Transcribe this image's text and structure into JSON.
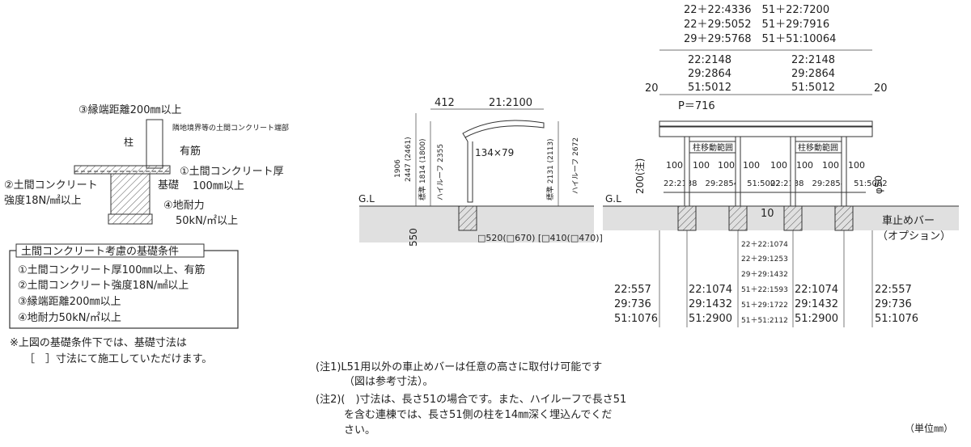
{
  "foundation_detail": {
    "label_edge_distance": "③縁端距離200㎜以上",
    "label_boundary": "隣地境界等の土間コンクリート端部",
    "label_column": "柱",
    "label_rebar": "有筋",
    "label_slab_thickness": "①土間コンクリート厚",
    "label_slab_thickness_value": "100㎜以上",
    "label_foundation": "基礎",
    "label_concrete": "②土間コンクリート",
    "label_strength": "強度18N/㎟以上",
    "label_bearing": "④地耐力",
    "label_bearing_value": "50kN/㎡以上"
  },
  "conditions_box": {
    "title": "土間コンクリート考慮の基礎条件",
    "items": [
      "①土間コンクリート厚100㎜以上、有筋",
      "②土間コンクリート強度18N/㎟以上",
      "③縁端距離200㎜以上",
      "④地耐力50kN/㎡以上"
    ]
  },
  "foundation_note": {
    "line1": "※上図の基礎条件下では、基礎寸法は",
    "line2": "［　］寸法にて施工していただけます。"
  },
  "side_view": {
    "dim_overhang": "412",
    "dim_depth": "21:2100",
    "dim_post": "134×79",
    "dim_std_height": "1906",
    "dim_high_roof": "2447 (2461)",
    "dim_std_clear": "標準 1814 (1800)",
    "dim_high_clear": "ハイルーフ 2355",
    "dim_right_std": "標準 2131 (2113)",
    "dim_right_high": "ハイルーフ 2672",
    "label_gl": "G.L",
    "dim_embed": "550",
    "dim_foundation": "□520(□670) [□410(□470)]"
  },
  "front_view": {
    "total_widths": [
      "22＋22:4336　51＋22:7200",
      "22＋29:5052　51＋29:7916",
      "29＋29:5768　51＋51:10064"
    ],
    "span_left": [
      "22:2148",
      "29:2864",
      "51:5012"
    ],
    "span_right": [
      "22:2148",
      "29:2864",
      "51:5012"
    ],
    "edge_left": "20",
    "edge_right": "20",
    "pitch": "P＝716",
    "move_range_left": "柱移動範囲",
    "move_range_right": "柱移動範囲",
    "move_dims": [
      "100",
      "100",
      "100",
      "100",
      "100",
      "100",
      "100",
      "100"
    ],
    "post_spans_left": "22:2138　29:2854　51:5002",
    "post_spans_right": "22:2138　29:2854　51:5002",
    "height_note": "200(注)",
    "pipe": "φ50",
    "label_gl": "G.L",
    "dim_10": "10",
    "stopper_label": "車止めバー",
    "stopper_option": "（オプション）",
    "center_dims": [
      "22＋22:1074",
      "22＋29:1253",
      "29＋29:1432",
      "51＋22:1593",
      "51＋29:1722",
      "51＋51:2112"
    ],
    "bottom_cols": [
      [
        "22:557",
        "29:736",
        "51:1076"
      ],
      [
        "22:1074",
        "29:1432",
        "51:2900"
      ],
      [
        "22:1074",
        "29:1432",
        "51:2900"
      ],
      [
        "22:557",
        "29:736",
        "51:1076"
      ]
    ]
  },
  "notes": {
    "n1_line1": "(注1)L51用以外の車止めバーは任意の高さに取付け可能です",
    "n1_line2": "（図は参考寸法）。",
    "n2_line1": "(注2)(　)寸法は、長さ51の場合です。また、ハイルーフで長さ51",
    "n2_line2": "を含む連棟では、長さ51側の柱を14㎜深く埋込んでくだ",
    "n2_line3": "さい。"
  },
  "unit_label": "（単位㎜）"
}
